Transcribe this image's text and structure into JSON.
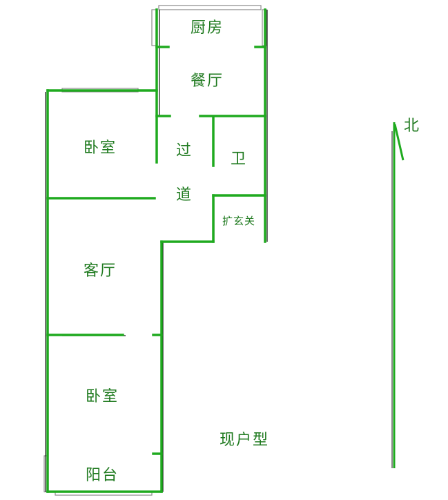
{
  "rooms": {
    "kitchen": "厨房",
    "dining": "餐厅",
    "bedroom_top": "卧室",
    "hall_char1": "过",
    "hall_char2": "道",
    "bath": "卫",
    "foyer": "扩玄关",
    "living": "客厅",
    "bedroom_bottom": "卧室",
    "balcony": "阳台"
  },
  "caption": "现户型",
  "compass_label": "北",
  "colors": {
    "wall": "#1faa1f",
    "wall_dark": "#111111",
    "text": "#1f7a1f",
    "window": "#888888"
  }
}
